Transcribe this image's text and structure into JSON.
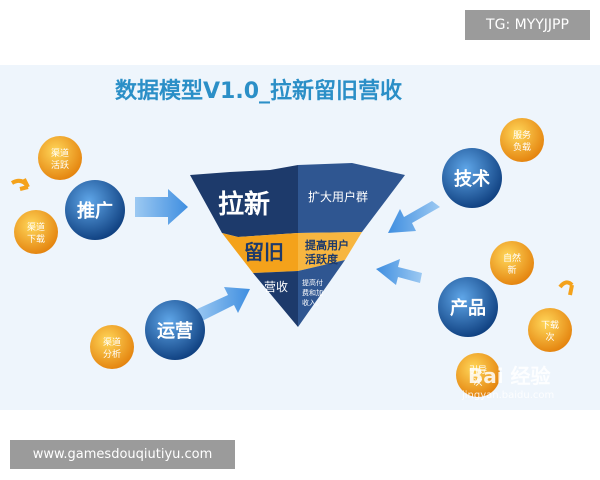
{
  "tags": {
    "top": "TG: MYYJJPP",
    "bottom": "www.gamesdouqiutiyu.com"
  },
  "diagram": {
    "title": "数据模型V1.0_拉新留旧营收",
    "funnel": {
      "l1": {
        "main": "拉新",
        "desc": "扩大用户群"
      },
      "l2": {
        "main": "留旧",
        "desc1": "提高用户",
        "desc2": "活跃度"
      },
      "l3": {
        "main": "营收",
        "desc1": "提高付",
        "desc2": "费和加",
        "desc3": "收入。"
      }
    },
    "circles": {
      "tuiguang": "推广",
      "yunying": "运营",
      "jishu": "技术",
      "chanpin": "产品"
    },
    "small": {
      "a1": "渠道",
      "a2": "活跃",
      "b1": "渠道",
      "b2": "下载",
      "c1": "渠道",
      "c2": "分析",
      "d1": "服务",
      "d2": "负载",
      "e1": "自然",
      "e2": "新",
      "f1": "下载",
      "f2": "次",
      "g1": "引导",
      "g2": "次"
    },
    "watermark": {
      "text": "Bai 经验",
      "url": "jingyan.baidu.com"
    },
    "colors": {
      "navy": "#1d3a6b",
      "orange": "#f4a21b",
      "blue": "#1f5fb0",
      "title": "#2b8fc7"
    }
  }
}
